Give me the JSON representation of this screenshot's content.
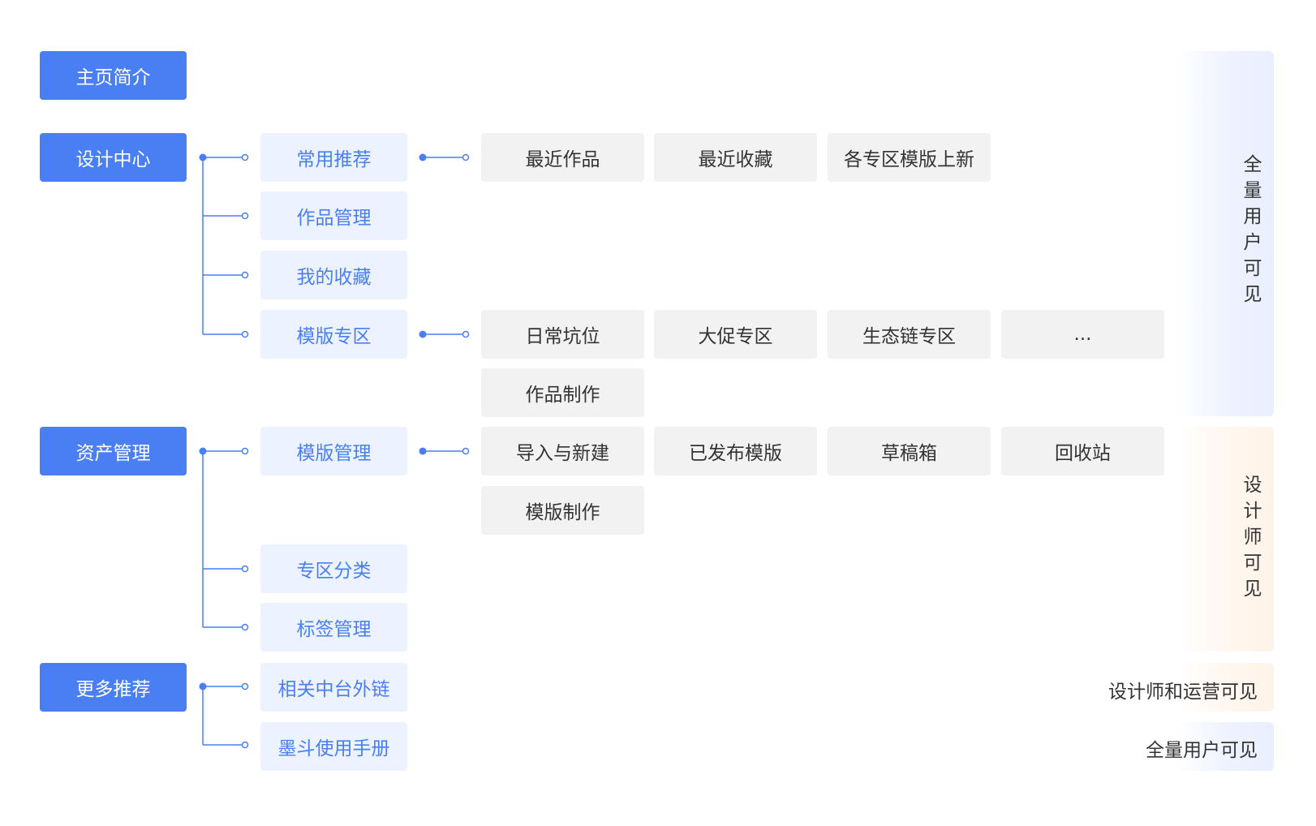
{
  "level1": [
    "主页简介",
    "设计中心",
    "资产管理",
    "更多推荐"
  ],
  "level2": {
    "design_center": [
      "常用推荐",
      "作品管理",
      "我的收藏",
      "模版专区"
    ],
    "asset_management": [
      "模版管理",
      "专区分类",
      "标签管理"
    ],
    "more_recommendations": [
      "相关中台外链",
      "墨斗使用手册"
    ]
  },
  "level3": {
    "common_recommend": [
      "最近作品",
      "最近收藏",
      "各专区模版上新"
    ],
    "template_zone": [
      "日常坑位",
      "大促专区",
      "生态链专区",
      "...",
      "作品制作"
    ],
    "template_management": [
      "导入与新建",
      "已发布模版",
      "草稿箱",
      "回收站",
      "模版制作"
    ]
  },
  "visibility": {
    "all_users": "全量用户可见",
    "designers": "设计师可见",
    "designers_and_ops": "设计师和运营可见",
    "all_users_manual": "全量用户可见"
  },
  "colors": {
    "primary": "#4a7ff4",
    "secondary_bg": "#ecf2ff",
    "leaf_bg": "#f2f2f2",
    "connector": "#4a7ff4"
  }
}
